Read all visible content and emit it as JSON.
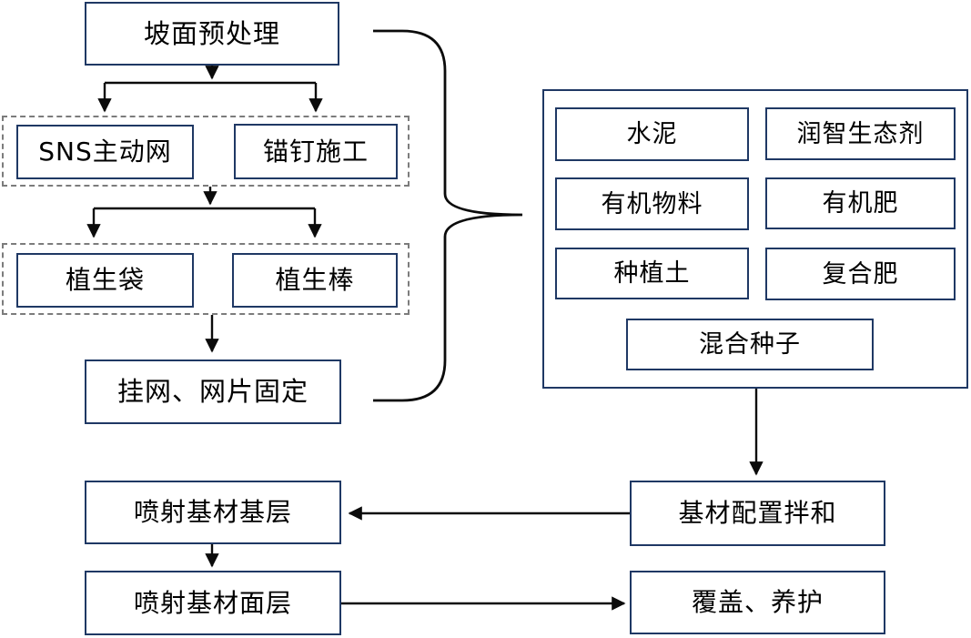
{
  "page": {
    "background": "#FFFFFF"
  },
  "diagram": {
    "type": "flowchart",
    "language": "zh-CN",
    "colors": {
      "node_border": "#1F3864",
      "node_fill": "#FFFFFF",
      "connector": "#0B0B0B",
      "group_dashed_border": "#7C7C7C",
      "text": "#000000"
    },
    "nodes": {
      "pretreat": {
        "label": "坡面预处理"
      },
      "sns": {
        "label": "SNS主动网"
      },
      "anchor": {
        "label": "锚钉施工"
      },
      "bag": {
        "label": "植生袋"
      },
      "rod": {
        "label": "植生棒"
      },
      "hangnet": {
        "label": "挂网、网片固定"
      },
      "cement": {
        "label": "水泥"
      },
      "eco_agent": {
        "label": "润智生态剂"
      },
      "organic_material": {
        "label": "有机物料"
      },
      "organic_fertilizer": {
        "label": "有机肥"
      },
      "planting_soil": {
        "label": "种植土"
      },
      "compound_fertilizer": {
        "label": "复合肥"
      },
      "mixed_seeds": {
        "label": "混合种子"
      },
      "mixing": {
        "label": "基材配置拌和"
      },
      "base_layer": {
        "label": "喷射基材基层"
      },
      "surface_layer": {
        "label": "喷射基材面层"
      },
      "cover_cure": {
        "label": "覆盖、养护"
      }
    },
    "edges": [
      {
        "from": "pretreat",
        "to": "sns",
        "style": "arrow"
      },
      {
        "from": "pretreat",
        "to": "anchor",
        "style": "arrow"
      },
      {
        "from": "sns-anchor-group",
        "to": "bag",
        "style": "arrow"
      },
      {
        "from": "sns-anchor-group",
        "to": "rod",
        "style": "arrow"
      },
      {
        "from": "bag-rod-group",
        "to": "hangnet",
        "style": "arrow"
      },
      {
        "from": "left-process-column",
        "to": "materials-group",
        "style": "curly-brace"
      },
      {
        "from": "materials-group",
        "to": "mixing",
        "style": "arrow"
      },
      {
        "from": "mixing",
        "to": "base_layer",
        "style": "arrow"
      },
      {
        "from": "base_layer",
        "to": "surface_layer",
        "style": "arrow"
      },
      {
        "from": "surface_layer",
        "to": "cover_cure",
        "style": "arrow"
      }
    ]
  }
}
